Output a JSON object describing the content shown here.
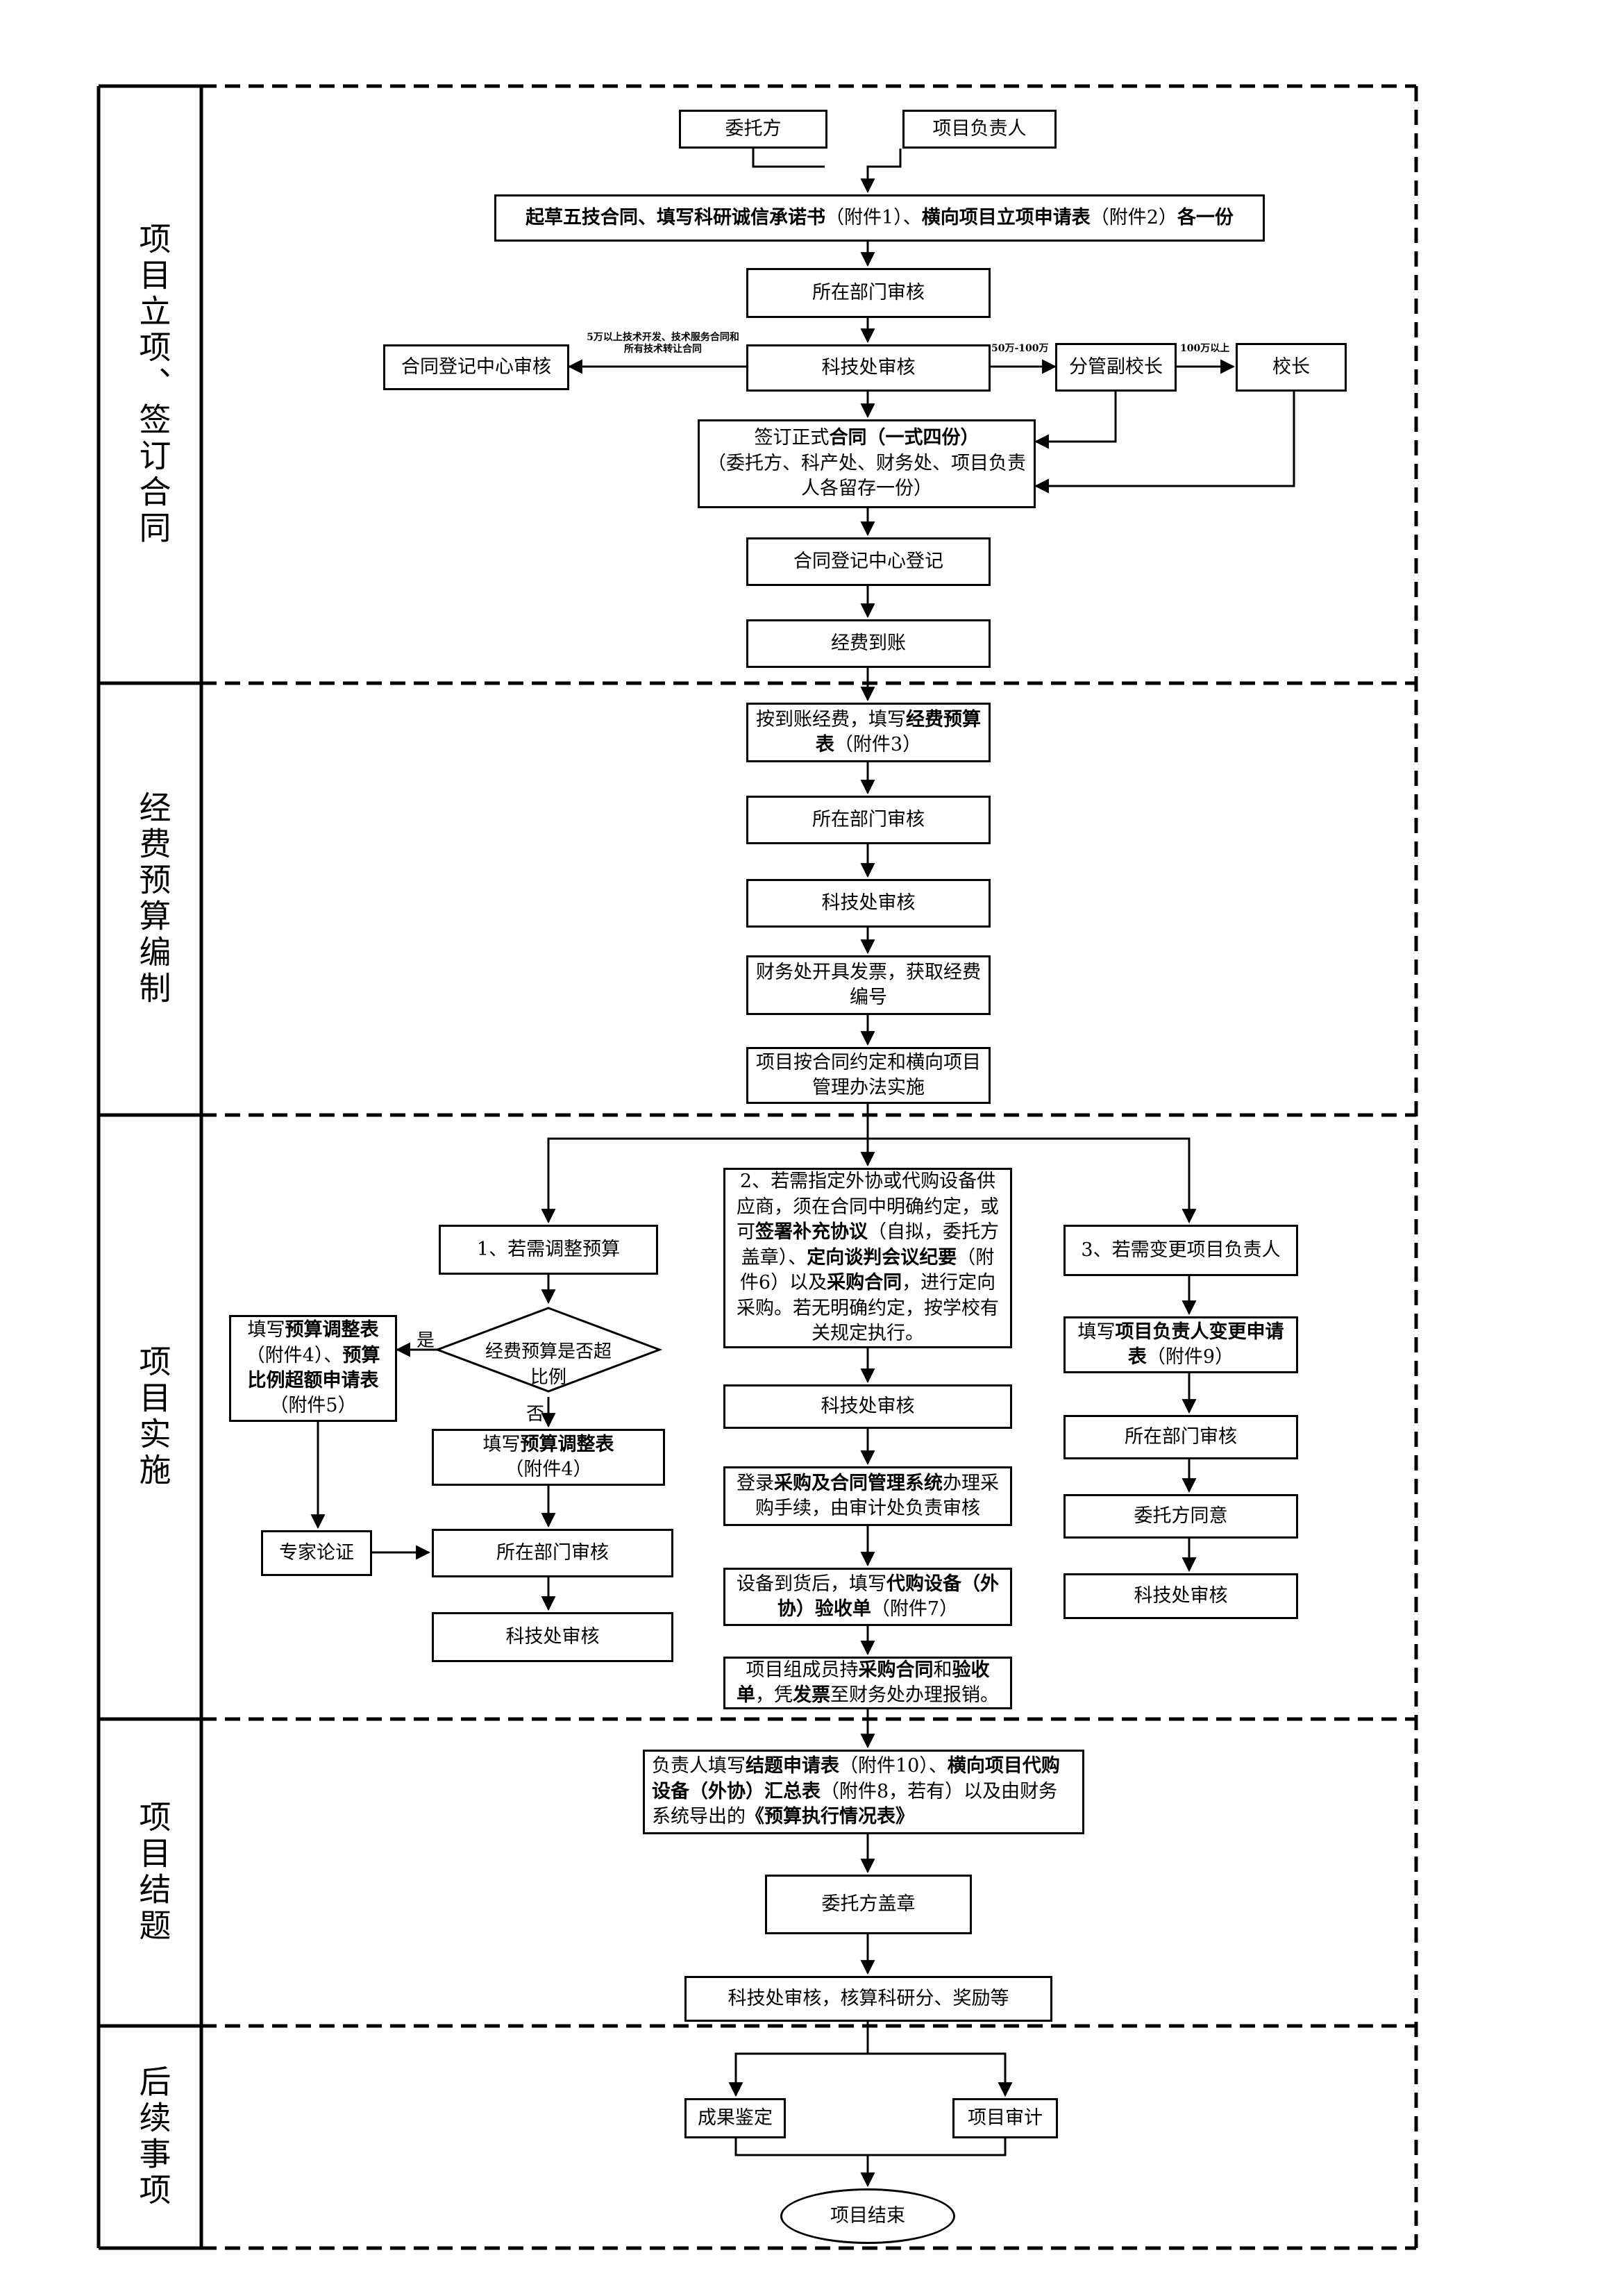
{
  "lanes": [
    {
      "label": "项目立项、签订合同"
    },
    {
      "label": "经费预算编制"
    },
    {
      "label": "项目实施"
    },
    {
      "label": "项目结题"
    },
    {
      "label": "后续事项"
    }
  ],
  "nodes": {
    "client": "委托方",
    "project_leader": "项目负责人",
    "draft": {
      "t1": "起草五技合同、填写科研诚信承诺书",
      "t2": "（附件1）、",
      "t3": "横向项目立项申请表",
      "t4": "（附件2）",
      "t5": "各一份"
    },
    "dept_review_1": "所在部门审核",
    "contract_center_review": "合同登记中心审核",
    "sci_review_1": "科技处审核",
    "vice_president": "分管副校长",
    "president": "校长",
    "sign": {
      "t1": "签订正式",
      "t2": "合同（一式四份）",
      "t3": "（委托方、科产处、财务处、项目负责人各留存一份）"
    },
    "contract_register": "合同登记中心登记",
    "funds_arrive": "经费到账",
    "budget_fill": {
      "t1": "按到账经费，填写",
      "t2": "经费预算表",
      "t3": "（附件3）"
    },
    "dept_review_2": "所在部门审核",
    "sci_review_2": "科技处审核",
    "invoice": "财务处开具发票，获取经费编号",
    "implement": "项目按合同约定和横向项目管理办法实施",
    "adjust_budget": "1、若需调整预算",
    "decision": "经费预算是否超比例",
    "over_ratio": {
      "t1": "填写",
      "t2": "预算调整表",
      "t3": "（附件4）、",
      "t4": "预算比例超额申请表",
      "t5": "（附件5）"
    },
    "expert": "专家论证",
    "fill_adjust": {
      "t1": "填写",
      "t2": "预算调整表",
      "t3": "（附件4）"
    },
    "dept_review_3": "所在部门审核",
    "sci_review_3": "科技处审核",
    "outsourcing": {
      "t1": "2、若需指定外协或代购设备供应商，须在合同中明确约定，或可",
      "t2": "签署补充协议",
      "t3": "（自拟，委托方盖章）、",
      "t4": "定向谈判会议纪要",
      "t5": "（附件6）以及",
      "t6": "采购合同",
      "t7": "，进行定向采购。若无明确约定，按学校有关规定执行。"
    },
    "sci_review_4": "科技处审核",
    "procurement": {
      "t1": "登录",
      "t2": "采购及合同管理系统",
      "t3": "办理采购手续，由审计处负责审核"
    },
    "acceptance": {
      "t1": "设备到货后，填写",
      "t2": "代购设备（外协）验收单",
      "t3": "（附件7）"
    },
    "reimburse": {
      "t1": "项目组成员持",
      "t2": "采购合同",
      "t3": "和",
      "t4": "验收单",
      "t5": "，凭",
      "t6": "发票",
      "t7": "至财务处办理报销。"
    },
    "change_leader": "3、若需变更项目负责人",
    "leader_change_form": {
      "t1": "填写",
      "t2": "项目负责人变更申请表",
      "t3": "（附件9）"
    },
    "dept_review_4": "所在部门审核",
    "client_agree": "委托方同意",
    "sci_review_5": "科技处审核",
    "closing": {
      "t1": "负责人填写",
      "t2": "结题申请表",
      "t3": "（附件10）、",
      "t4": "横向项目代购设备（外协）汇总表",
      "t5": "（附件8，若有）以及由财务系统导出的",
      "t6": "《预算执行情况表》"
    },
    "client_seal": "委托方盖章",
    "sci_review_6": "科技处审核，核算科研分、奖励等",
    "achievement": "成果鉴定",
    "audit": "项目审计",
    "end": "项目结束"
  },
  "edge_labels": {
    "over_5w": "5万以上技术开发、技术服务合同和所有技术转让合同",
    "range_50_100": "50万-100万",
    "over_100": "100万以上",
    "yes": "是",
    "no": "否"
  }
}
